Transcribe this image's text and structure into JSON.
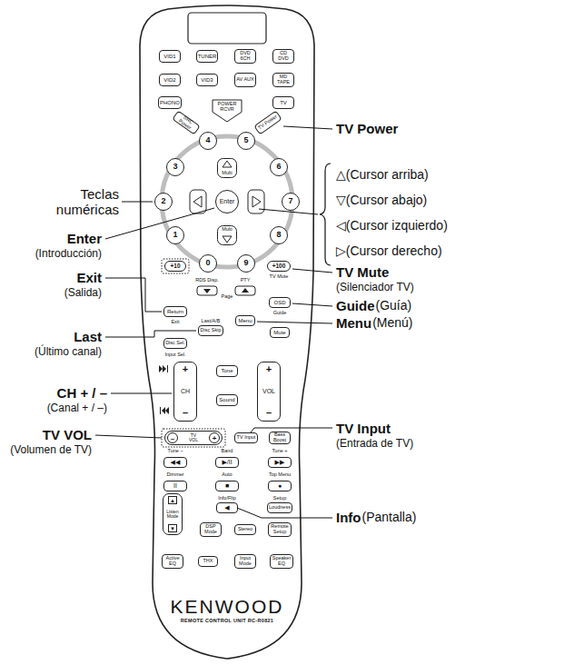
{
  "diagram": {
    "nodes": [
      {
        "text": [
          "KENWOOD",
          "REMOTE CONTROL UNIT RC-R0821"
        ]
      },
      {
        "text": [
          "VID1"
        ],
        "in": 0
      },
      {
        "text": [
          "TUNER"
        ],
        "in": 0
      },
      {
        "text": [
          "DVD 6CH"
        ],
        "in": 0
      },
      {
        "text": [
          "CD DVD"
        ],
        "in": 0
      },
      {
        "text": [
          "VID2"
        ],
        "in": 0
      },
      {
        "text": [
          "VID3"
        ],
        "in": 0
      },
      {
        "text": [
          "AV AUX"
        ],
        "in": 0
      },
      {
        "text": [
          "MD TAPE"
        ],
        "in": 0
      },
      {
        "text": [
          "PHONO"
        ],
        "in": 0
      },
      {
        "text": [
          "TV"
        ],
        "in": 0
      },
      {
        "text": [
          "SRC Power"
        ],
        "in": 0
      },
      {
        "text": [
          "POWER RCVR"
        ],
        "in": 0
      },
      {
        "text": [
          "TV Power"
        ],
        "in": 0
      },
      {
        "text": [
          "4"
        ],
        "in": 0
      },
      {
        "text": [
          "5"
        ],
        "in": 0
      },
      {
        "text": [
          "3"
        ],
        "in": 0
      },
      {
        "text": [
          "6"
        ],
        "in": 0
      },
      {
        "text": [
          "Multi"
        ],
        "in": 0
      },
      {
        "text": [
          "2"
        ],
        "in": 0
      },
      {
        "text": [
          "Enter"
        ],
        "in": 0
      },
      {
        "text": [
          "7"
        ],
        "in": 0
      },
      {
        "text": [
          "Multi"
        ],
        "in": 0
      },
      {
        "text": [
          "1"
        ],
        "in": 0
      },
      {
        "text": [
          "8"
        ],
        "in": 0
      },
      {
        "text": [
          "0"
        ],
        "in": 0
      },
      {
        "text": [
          "9"
        ],
        "in": 0
      },
      {
        "text": [
          "+10"
        ],
        "in": 0
      },
      {
        "text": [
          "+100"
        ],
        "in": 0
      },
      {
        "text": [
          "Return"
        ],
        "in": 0
      },
      {
        "text": [
          "OSD"
        ],
        "in": 0
      },
      {
        "text": [
          "Disc Skip"
        ],
        "in": 0
      },
      {
        "text": [
          "Menu"
        ],
        "in": 0
      },
      {
        "text": [
          "Mute"
        ],
        "in": 0
      },
      {
        "text": [
          "Disc Sel."
        ],
        "in": 0
      },
      {
        "text": [
          "+",
          "CH",
          "–"
        ],
        "in": 0
      },
      {
        "text": [
          "Tone"
        ],
        "in": 0
      },
      {
        "text": [
          "Sound"
        ],
        "in": 0
      },
      {
        "text": [
          "+",
          "VOL",
          "–"
        ],
        "in": 0
      },
      {
        "text": [
          "–",
          "TV VOL",
          "+"
        ],
        "in": 0
      },
      {
        "text": [
          "TV Input"
        ],
        "in": 0
      },
      {
        "text": [
          "Bass Boost"
        ],
        "in": 0
      },
      {
        "text": [
          "◀◀"
        ],
        "in": 0
      },
      {
        "text": [
          "▶/II"
        ],
        "in": 0
      },
      {
        "text": [
          "▶▶"
        ],
        "in": 0
      },
      {
        "text": [
          "II"
        ],
        "in": 0
      },
      {
        "text": [
          "■"
        ],
        "in": 0
      },
      {
        "text": [
          "●"
        ],
        "in": 0
      },
      {
        "text": [
          "◀"
        ],
        "in": 0
      },
      {
        "text": [
          "Loudness"
        ],
        "in": 0
      },
      {
        "text": [
          "▲",
          "Listen Mode",
          "▼"
        ],
        "in": 0
      },
      {
        "text": [
          "DSP Mode"
        ],
        "in": 0
      },
      {
        "text": [
          "Stereo"
        ],
        "in": 0
      },
      {
        "text": [
          "Remote Setup"
        ],
        "in": 0
      },
      {
        "text": [
          "Active EQ"
        ],
        "in": 0
      },
      {
        "text": [
          "THX"
        ],
        "in": 0
      },
      {
        "text": [
          "Input Mode"
        ],
        "in": 0
      },
      {
        "text": [
          "Speaker EQ"
        ],
        "in": 0
      }
    ],
    "labels": [
      "RDS Disp.",
      "PTY",
      "Page",
      "TV Mute",
      "Exit",
      "Last/A/B",
      "Guide",
      "Input Sel.",
      "Tune –",
      "Band",
      "Tune +",
      "Dimmer",
      "Auto",
      "Top Menu",
      "Info/Flip",
      "Setup",
      "Teclas numéricas",
      "Enter",
      "(Introducción)",
      "Exit",
      "(Salida)",
      "Last",
      "(Último canal)",
      "CH + / –",
      "(Canal  + / –)",
      "TV VOL",
      "(Volumen de TV)",
      "TV Power",
      "△(Cursor arriba)",
      "▽(Cursor abajo)",
      "◁(Cursor izquierdo)",
      "▷(Cursor derecho)",
      "TV Mute",
      "(Silenciador TV)",
      "Guide",
      "(Guía)",
      "Menu",
      "(Menú)",
      "TV Input",
      "(Entrada de TV)",
      "Info",
      "(Pantalla)"
    ]
  }
}
